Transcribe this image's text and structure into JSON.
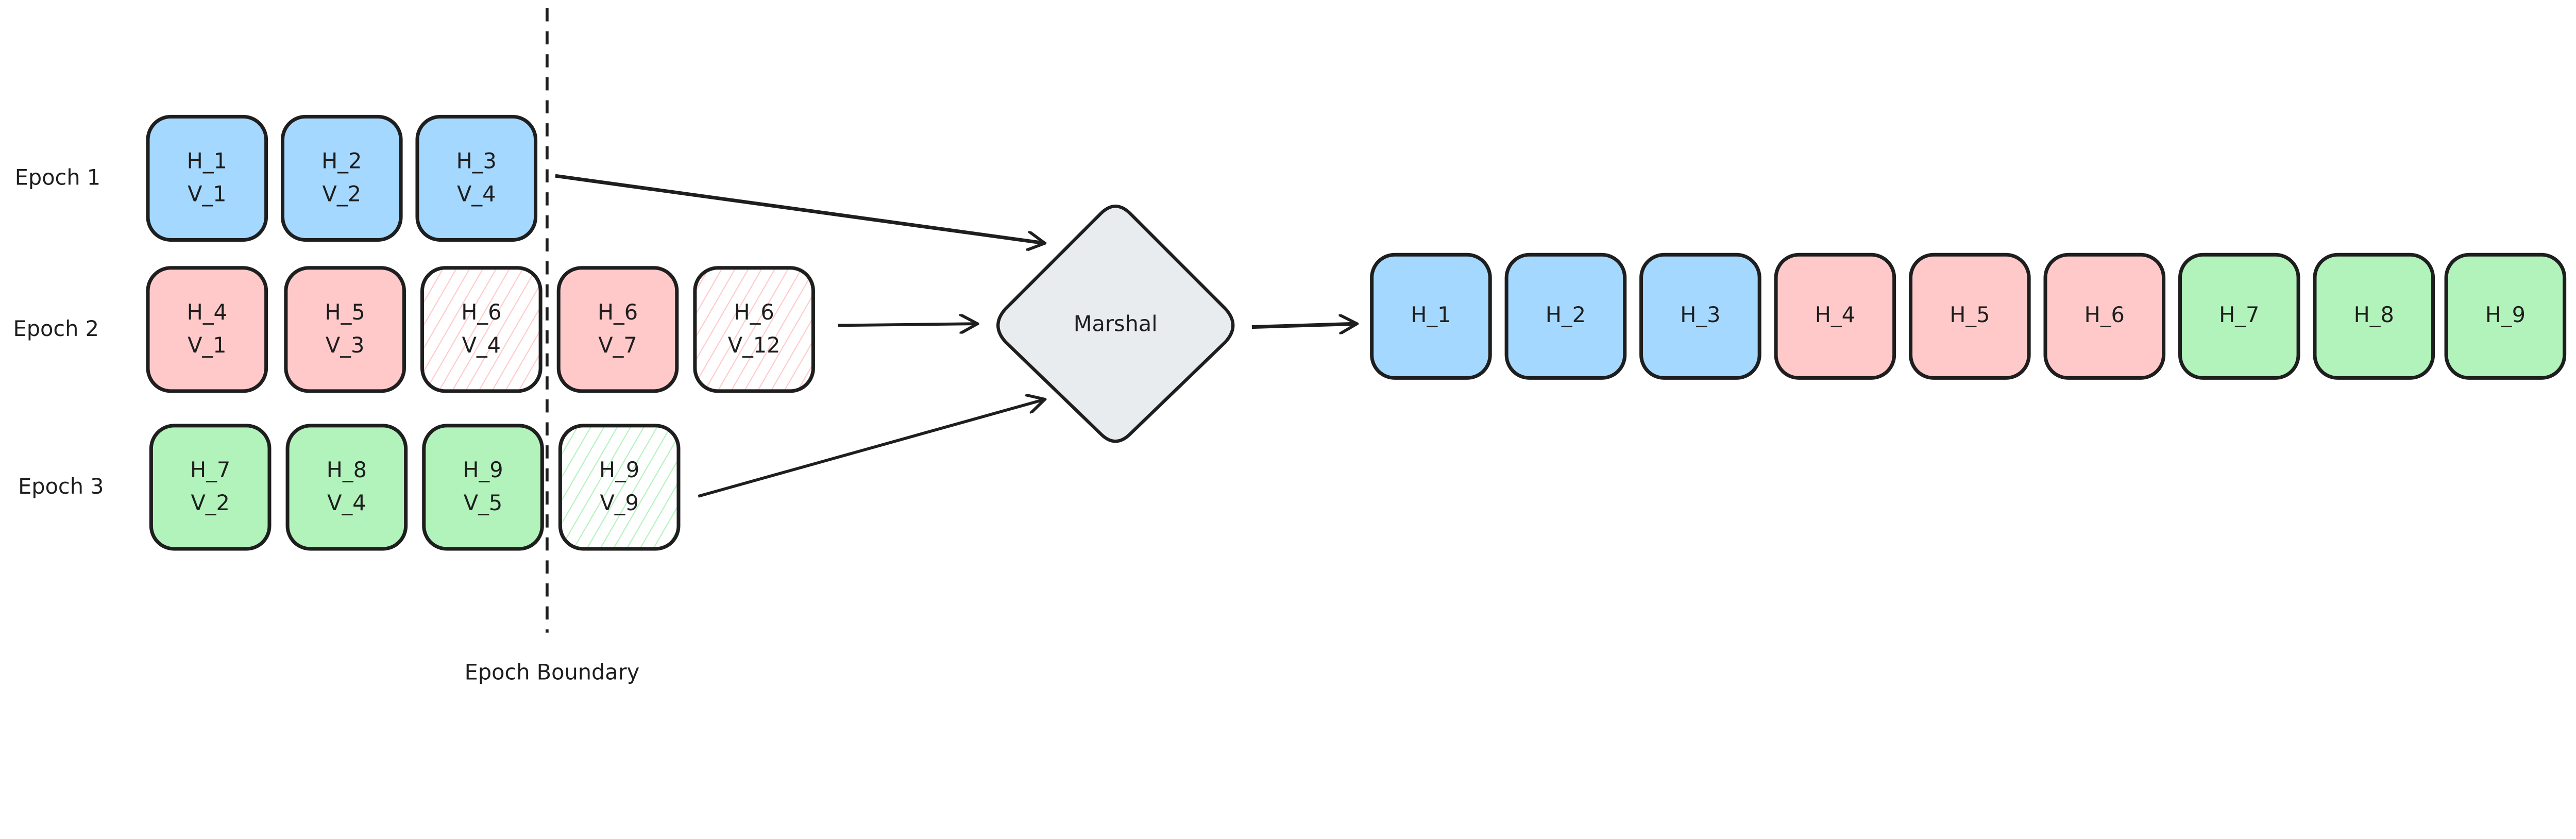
{
  "colors": {
    "blue": "#a5d8ff",
    "red": "#ffc9c9",
    "green": "#b2f2bb",
    "marshal": "#e9ecef",
    "stroke": "#1e1e1e"
  },
  "epochs": [
    {
      "label": "Epoch 1",
      "color": "blue",
      "blocks": [
        {
          "h": "H_1",
          "v": "V_1",
          "hatched": false
        },
        {
          "h": "H_2",
          "v": "V_2",
          "hatched": false
        },
        {
          "h": "H_3",
          "v": "V_4",
          "hatched": false
        }
      ]
    },
    {
      "label": "Epoch 2",
      "color": "red",
      "blocks": [
        {
          "h": "H_4",
          "v": "V_1",
          "hatched": false
        },
        {
          "h": "H_5",
          "v": "V_3",
          "hatched": false
        },
        {
          "h": "H_6",
          "v": "V_4",
          "hatched": true
        },
        {
          "h": "H_6",
          "v": "V_7",
          "hatched": false
        },
        {
          "h": "H_6",
          "v": "V_12",
          "hatched": true
        }
      ]
    },
    {
      "label": "Epoch 3",
      "color": "green",
      "blocks": [
        {
          "h": "H_7",
          "v": "V_2",
          "hatched": false
        },
        {
          "h": "H_8",
          "v": "V_4",
          "hatched": false
        },
        {
          "h": "H_9",
          "v": "V_5",
          "hatched": false
        },
        {
          "h": "H_9",
          "v": "V_9",
          "hatched": true
        }
      ]
    }
  ],
  "boundary_label": "Epoch Boundary",
  "marshal_label": "Marshal",
  "output": [
    {
      "label": "H_1",
      "color": "blue"
    },
    {
      "label": "H_2",
      "color": "blue"
    },
    {
      "label": "H_3",
      "color": "blue"
    },
    {
      "label": "H_4",
      "color": "red"
    },
    {
      "label": "H_5",
      "color": "red"
    },
    {
      "label": "H_6",
      "color": "red"
    },
    {
      "label": "H_7",
      "color": "green"
    },
    {
      "label": "H_8",
      "color": "green"
    },
    {
      "label": "H_9",
      "color": "green"
    }
  ]
}
